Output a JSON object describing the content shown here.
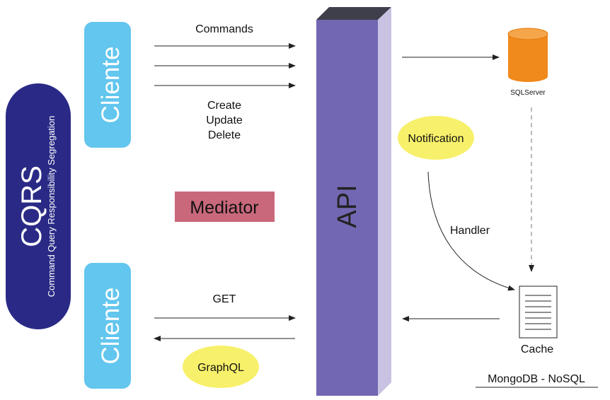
{
  "sidebar": {
    "title": "CQRS",
    "subtitle": "Command Query Responsibility Segregation"
  },
  "clients": {
    "top": "Cliente",
    "bottom": "Cliente"
  },
  "commands": {
    "label": "Commands",
    "operations": [
      "Create",
      "Update",
      "Delete"
    ]
  },
  "mediator": {
    "label": "Mediator"
  },
  "api": {
    "label": "API"
  },
  "query": {
    "label": "GET",
    "graphql": "GraphQL"
  },
  "database": {
    "label": "SQLServer"
  },
  "notification": {
    "label": "Notification"
  },
  "handler": {
    "label": "Handler"
  },
  "cache": {
    "label": "Cache",
    "store": "MongoDB - NoSQL"
  },
  "colors": {
    "sidebar": "#2a2a86",
    "client": "#63c6ee",
    "api_front": "#7267b2",
    "api_side": "#c9c2e3",
    "api_top": "#3f3f4c",
    "mediator": "#c9687b",
    "bubble": "#f7f06a",
    "cylinder": "#f08a1c"
  }
}
